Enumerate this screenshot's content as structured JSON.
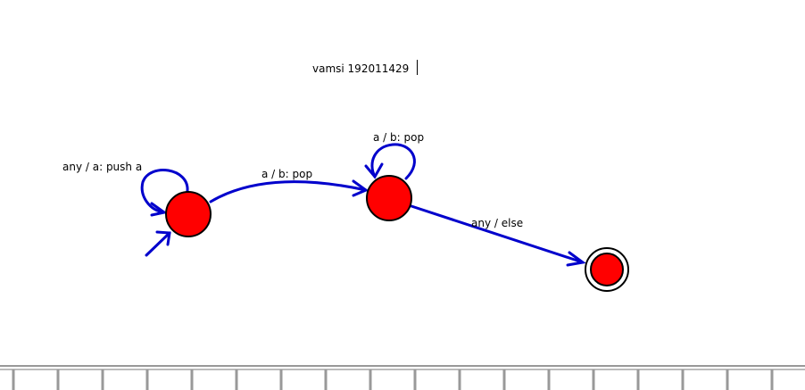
{
  "diagram": {
    "author_text": "vamsi 192011429",
    "states": [
      {
        "id": "q0",
        "initial": true,
        "accepting": false
      },
      {
        "id": "q1",
        "initial": false,
        "accepting": false
      },
      {
        "id": "q2",
        "initial": false,
        "accepting": true
      }
    ],
    "transitions": [
      {
        "from": "q0",
        "to": "q0",
        "label": "any / a: push a"
      },
      {
        "from": "q0",
        "to": "q1",
        "label": "a / b: pop"
      },
      {
        "from": "q1",
        "to": "q1",
        "label": "a / b: pop"
      },
      {
        "from": "q1",
        "to": "q2",
        "label": "any / else"
      }
    ]
  },
  "colors": {
    "state_fill": "#ff0000",
    "state_stroke": "#000000",
    "edge": "#0000cc",
    "ruler": "#999999"
  }
}
